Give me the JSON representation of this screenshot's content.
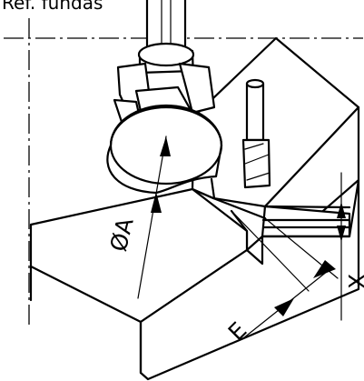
{
  "caption": "Ref. fundas",
  "labels": {
    "diameter": "ØA",
    "width": "E",
    "depth": "X"
  }
}
